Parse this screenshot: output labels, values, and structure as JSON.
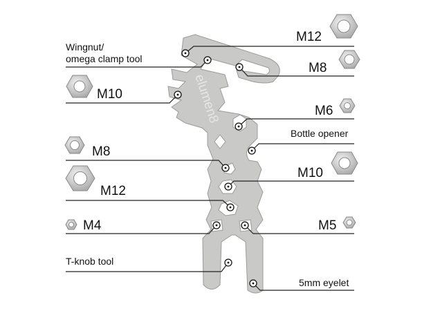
{
  "brand_engraving": "elumen8",
  "labels": {
    "m12_top": "M12",
    "wingnut_line1": "Wingnut/",
    "wingnut_line2": "omega clamp tool",
    "m8_top": "M8",
    "m10_left": "M10",
    "m6": "M6",
    "bottle_opener": "Bottle opener",
    "m8_left": "M8",
    "m10_right": "M10",
    "m12_left": "M12",
    "m4": "M4",
    "m5": "M5",
    "tknob": "T-knob tool",
    "eyelet": "5mm eyelet"
  },
  "colors": {
    "tool": "#c9c9c7",
    "tool_edge": "#9a9a98",
    "nut": "#d8d8d8",
    "line": "#222222"
  }
}
